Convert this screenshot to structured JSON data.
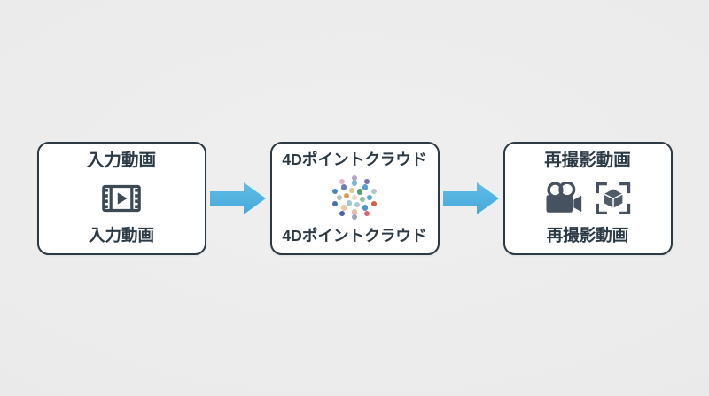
{
  "diagram": {
    "background_color": "#ebebeb",
    "box_border_color": "#2b3a45",
    "box_fill_color": "#ffffff",
    "arrow_color": "#4fb3e0",
    "text_color": "#2b3a45",
    "stages": [
      {
        "id": "input-video",
        "title": "入力動画",
        "label": "入力動画",
        "icons": [
          "film-play-icon"
        ]
      },
      {
        "id": "point-cloud",
        "title": "4Dポイントクラウド",
        "label": "4Dポイントクラウド",
        "icons": [
          "dot-cloud-icon"
        ]
      },
      {
        "id": "reshoot-video",
        "title": "再撮影動画",
        "label": "再撮影動画",
        "icons": [
          "movie-camera-icon",
          "cube-scan-icon"
        ]
      }
    ],
    "arrows": [
      {
        "id": "arrow-1",
        "from": "input-video",
        "to": "point-cloud",
        "direction": "right"
      },
      {
        "id": "arrow-2",
        "from": "point-cloud",
        "to": "reshoot-video",
        "direction": "right"
      }
    ],
    "dot_cloud_colors": [
      "#e8d9c0",
      "#8fbf9f",
      "#a8c8dc",
      "#9ec9d8",
      "#d99a4e",
      "#e0c98a",
      "#4f9e78",
      "#5aa8c8",
      "#4f93c4",
      "#e6b9a8",
      "#e5c9a0",
      "#b8bec4",
      "#6b7fb5",
      "#7fb8d4",
      "#5a9fc9",
      "#d95b4a",
      "#d9666a",
      "#9aa5b8",
      "#4a5fa5",
      "#4a6fae",
      "#4a86b8",
      "#ddb8cc",
      "#b0a8cc",
      "#7a6fae",
      "#b8c4d0"
    ]
  }
}
